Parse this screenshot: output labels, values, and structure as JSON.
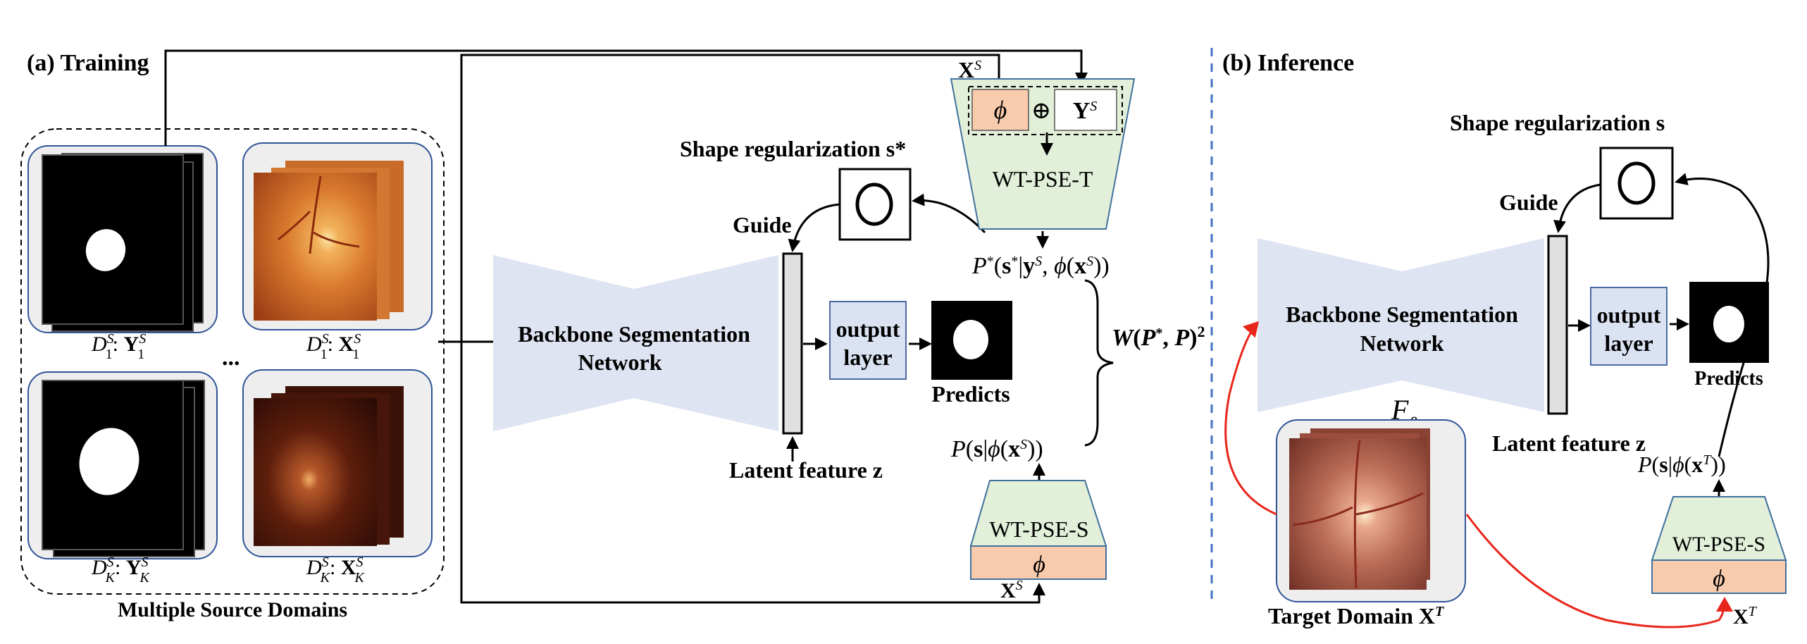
{
  "colors": {
    "backbone": "#dfe4f2",
    "output_layer": "#dbe3f3",
    "output_border": "#4a6aa3",
    "pse_green": "#e2efd9",
    "phi_peach": "#f8cbad",
    "pse_border": "#41719c",
    "latent_fill": "#e0e0e0",
    "red_arrow": "#e8261b",
    "divider_blue": "#4472c4",
    "domain_box_fill": "#eeeeee",
    "domain_box_border": "#2f5597"
  },
  "training": {
    "title": "(a) Training",
    "domains_caption": "Multiple Source Domains",
    "ellipsis": "...",
    "domain_labels": {
      "d1_mask": {
        "base": "D",
        "sup": "S",
        "sub": "1",
        "sep": ": ",
        "bold": "Y",
        "bsup": "S",
        "bsub": "1"
      },
      "d1_img": {
        "base": "D",
        "sup": "S",
        "sub": "1",
        "sep": ": ",
        "bold": "X",
        "bsup": "S",
        "bsub": "1"
      },
      "dk_mask": {
        "base": "D",
        "sup": "S",
        "sub": "K",
        "sep": ": ",
        "bold": "Y",
        "bsup": "S",
        "bsub": "K"
      },
      "dk_img": {
        "base": "D",
        "sup": "S",
        "sub": "K",
        "sep": ": ",
        "bold": "X",
        "bsup": "S",
        "bsub": "K"
      }
    },
    "backbone_line1": "Backbone Segmentation",
    "backbone_line2": "Network",
    "output_line1": "output",
    "output_line2": "layer",
    "predicts": "Predicts",
    "latent_label": "Latent feature z",
    "guide": "Guide",
    "shape_reg": "Shape regularization s*",
    "pse_t": "WT-PSE-T",
    "pse_s": "WT-PSE-S",
    "phi": "ϕ",
    "oplus": "⊕",
    "xs_top": "X^S",
    "ys_box": "Y^S",
    "p_star": "P*(s*|yS, ϕ(xS))",
    "p_s": "P(s|ϕ(xS))",
    "wass": "W(P*, P)²",
    "xs_bottom": "X^S"
  },
  "inference": {
    "title": "(b) Inference",
    "shape_reg": "Shape regularization s",
    "guide": "Guide",
    "backbone_line1": "Backbone Segmentation",
    "backbone_line2": "Network",
    "f_theta": "Fθ",
    "output_line1": "output",
    "output_line2": "layer",
    "predicts": "Predicts",
    "latent_label": "Latent feature z",
    "p_t": "P(s|ϕ(xT))",
    "pse_s": "WT-PSE-S",
    "phi": "ϕ",
    "target_label": "Target Domain X^T",
    "xt_label": "X^T"
  }
}
